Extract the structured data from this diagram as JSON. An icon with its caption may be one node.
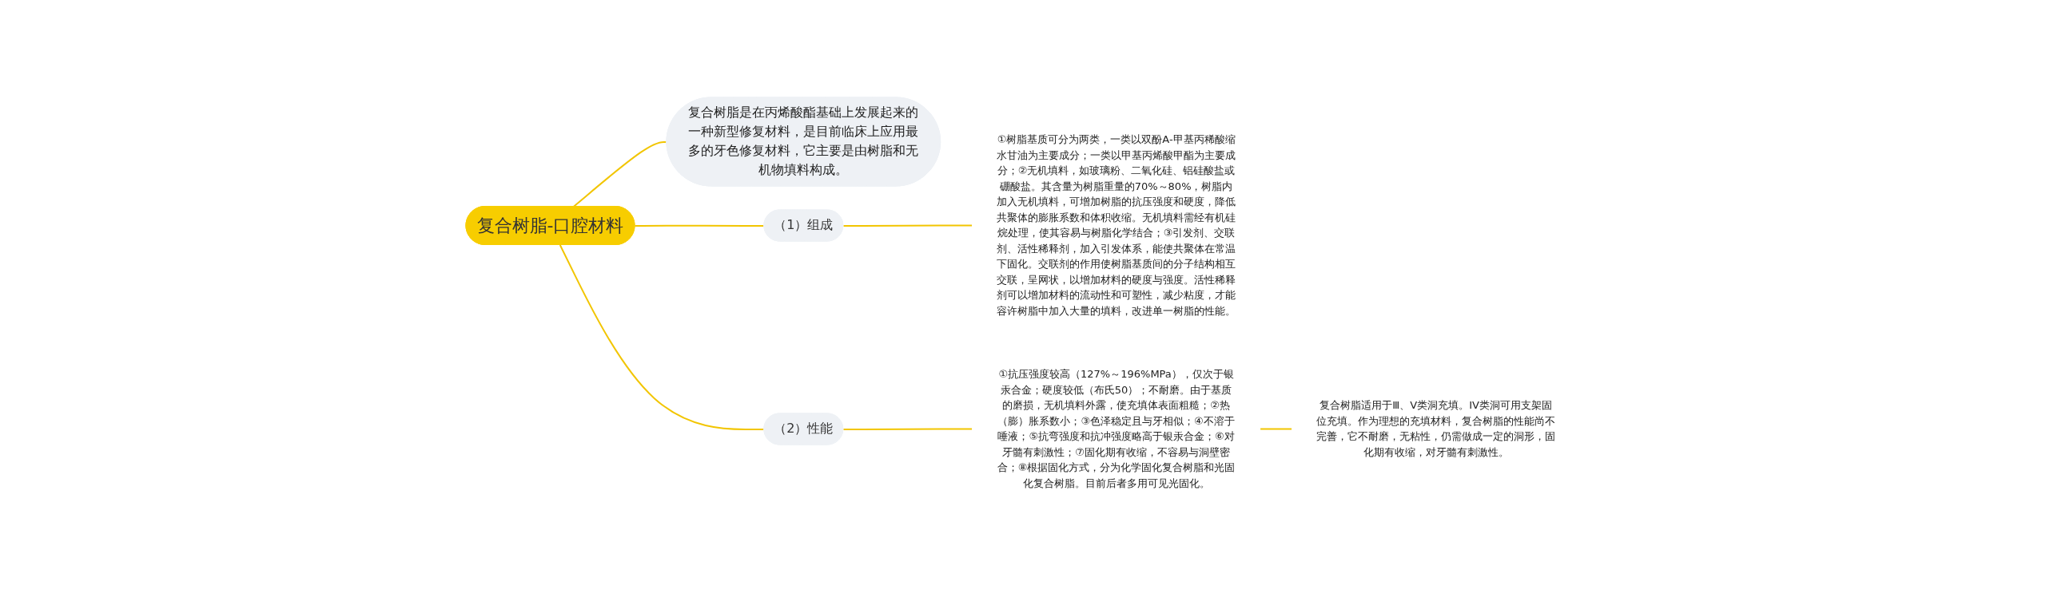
{
  "diagram": {
    "nodes": [
      {
        "text": [
          "复合树脂-口腔材料"
        ]
      },
      {
        "text": [
          "复合树脂是在丙烯酸酯基础上发展起来的一种新型修复材料，是目前临床上应用最多的牙色修复材料，它主要是由树脂和无机物填料构成。"
        ]
      },
      {
        "text": [
          "（1）组成"
        ]
      },
      {
        "text": [
          "①树脂基质可分为两类，一类以双酚A-甲基丙稀酸缩水甘油为主要成分；一类以甲基丙烯酸甲酯为主要成分；②无机填料，如玻璃粉、二氧化硅、铝硅酸盐或硼酸盐。其含量为树脂重量的70%～80%，树脂内加入无机填料，可增加树脂的抗压强度和硬度，降低共聚体的膨胀系数和体积收缩。无机填料需经有机硅烷处理，使其容易与树脂化学结合；③引发剂、交联剂、活性稀释剂，加入引发体系，能使共聚体在常温下固化。交联剂的作用使树脂基质间的分子结构相互交联，呈网状，以增加材料的硬度与强度。活性稀释剂可以增加材料的流动性和可塑性，减少粘度，才能容许树脂中加入大量的填料，改进单一树脂的性能。"
        ]
      },
      {
        "text": [
          "（2）性能"
        ]
      },
      {
        "text": [
          "①抗压强度较高（127%～196%MPa），仅次于银汞合金；硬度较低（布氏50）；不耐磨。由于基质的磨损，无机填料外露，使充填体表面粗糙；②热（膨）胀系数小；③色泽稳定且与牙相似；④不溶于唾液；⑤抗弯强度和抗冲强度略高于银汞合金；⑥对牙髓有刺激性；⑦固化期有收缩，不容易与洞壁密合；⑧根据固化方式，分为化学固化复合树脂和光固化复合树脂。目前后者多用可见光固化。"
        ]
      },
      {
        "text": [
          "复合树脂适用于Ⅲ、Ⅴ类洞充填。IV类洞可用支架固位充填。作为理想的充填材料，复合树脂的性能尚不完善，它不耐磨，无粘性，仍需做成一定的洞形，固化期有收缩，对牙髓有刺激性。"
        ]
      }
    ],
    "edges": [
      {
        "from": 0,
        "to": 1,
        "arrow": "none"
      },
      {
        "from": 0,
        "to": 2,
        "arrow": "none"
      },
      {
        "from": 2,
        "to": 3,
        "arrow": "none"
      },
      {
        "from": 0,
        "to": 4,
        "arrow": "none"
      },
      {
        "from": 4,
        "to": 5,
        "arrow": "none"
      },
      {
        "from": 5,
        "to": 6,
        "arrow": "none"
      }
    ]
  }
}
